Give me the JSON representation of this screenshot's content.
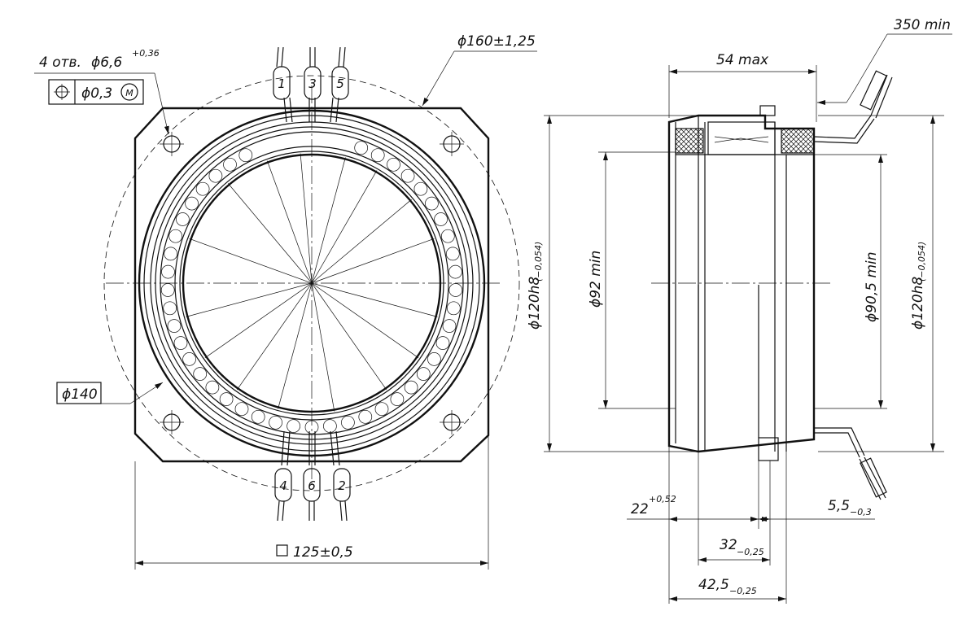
{
  "front_view": {
    "hole_callout": {
      "prefix": "4 отв.",
      "diameter": "ϕ6,6",
      "tolerance": "+0,36"
    },
    "feature_frame": {
      "symbol": "⌖",
      "value": "ϕ0,3",
      "modifier": "M"
    },
    "outer_diameter": "ϕ160±1,25",
    "bolt_circle": "ϕ140",
    "square_size": "125±0,5",
    "lead_tags_top": [
      "1",
      "3",
      "5"
    ],
    "lead_tags_bottom": [
      "4",
      "6",
      "2"
    ]
  },
  "side_view": {
    "lead_length": "350 min",
    "max_length": "54 max",
    "diameter_left": {
      "main": "ϕ120h8",
      "sub": "(−0,054)"
    },
    "inner_diameter": "ϕ92 min",
    "inner_diameter_2": "ϕ90,5 min",
    "diameter_right": {
      "main": "ϕ120h8",
      "sub": "(−0,054)"
    },
    "dim_22": {
      "main": "22",
      "sup": "+0,52"
    },
    "dim_5_5": {
      "main": "5,5",
      "sub": "−0,3"
    },
    "dim_32": {
      "main": "32",
      "sub": "−0,25"
    },
    "dim_42_5": {
      "main": "42,5",
      "sub": "−0,25"
    }
  }
}
